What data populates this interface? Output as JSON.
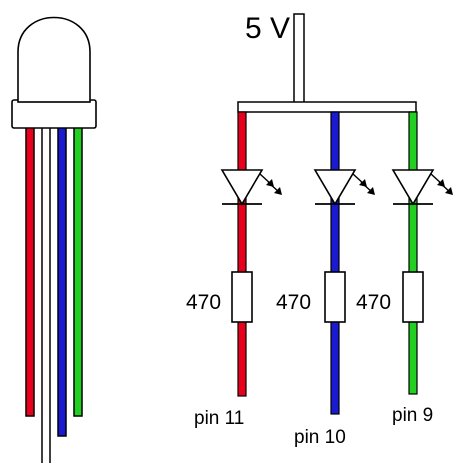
{
  "supply": {
    "label": "5 V"
  },
  "channels": [
    {
      "id": "red",
      "color": "#e8001c",
      "resistor": "470",
      "pin": "pin 11"
    },
    {
      "id": "blue",
      "color": "#1a1ad0",
      "resistor": "470",
      "pin": "pin 10"
    },
    {
      "id": "green",
      "color": "#22d022",
      "resistor": "470",
      "pin": "pin 9"
    }
  ],
  "led_package": {
    "body_color": "#ffffff",
    "outline_color": "#000000",
    "lead_colors": [
      "#e8001c",
      "#ffffff",
      "#1a1ad0",
      "#22d022"
    ]
  },
  "colors": {
    "outline": "#000000",
    "wire_white": "#ffffff"
  }
}
